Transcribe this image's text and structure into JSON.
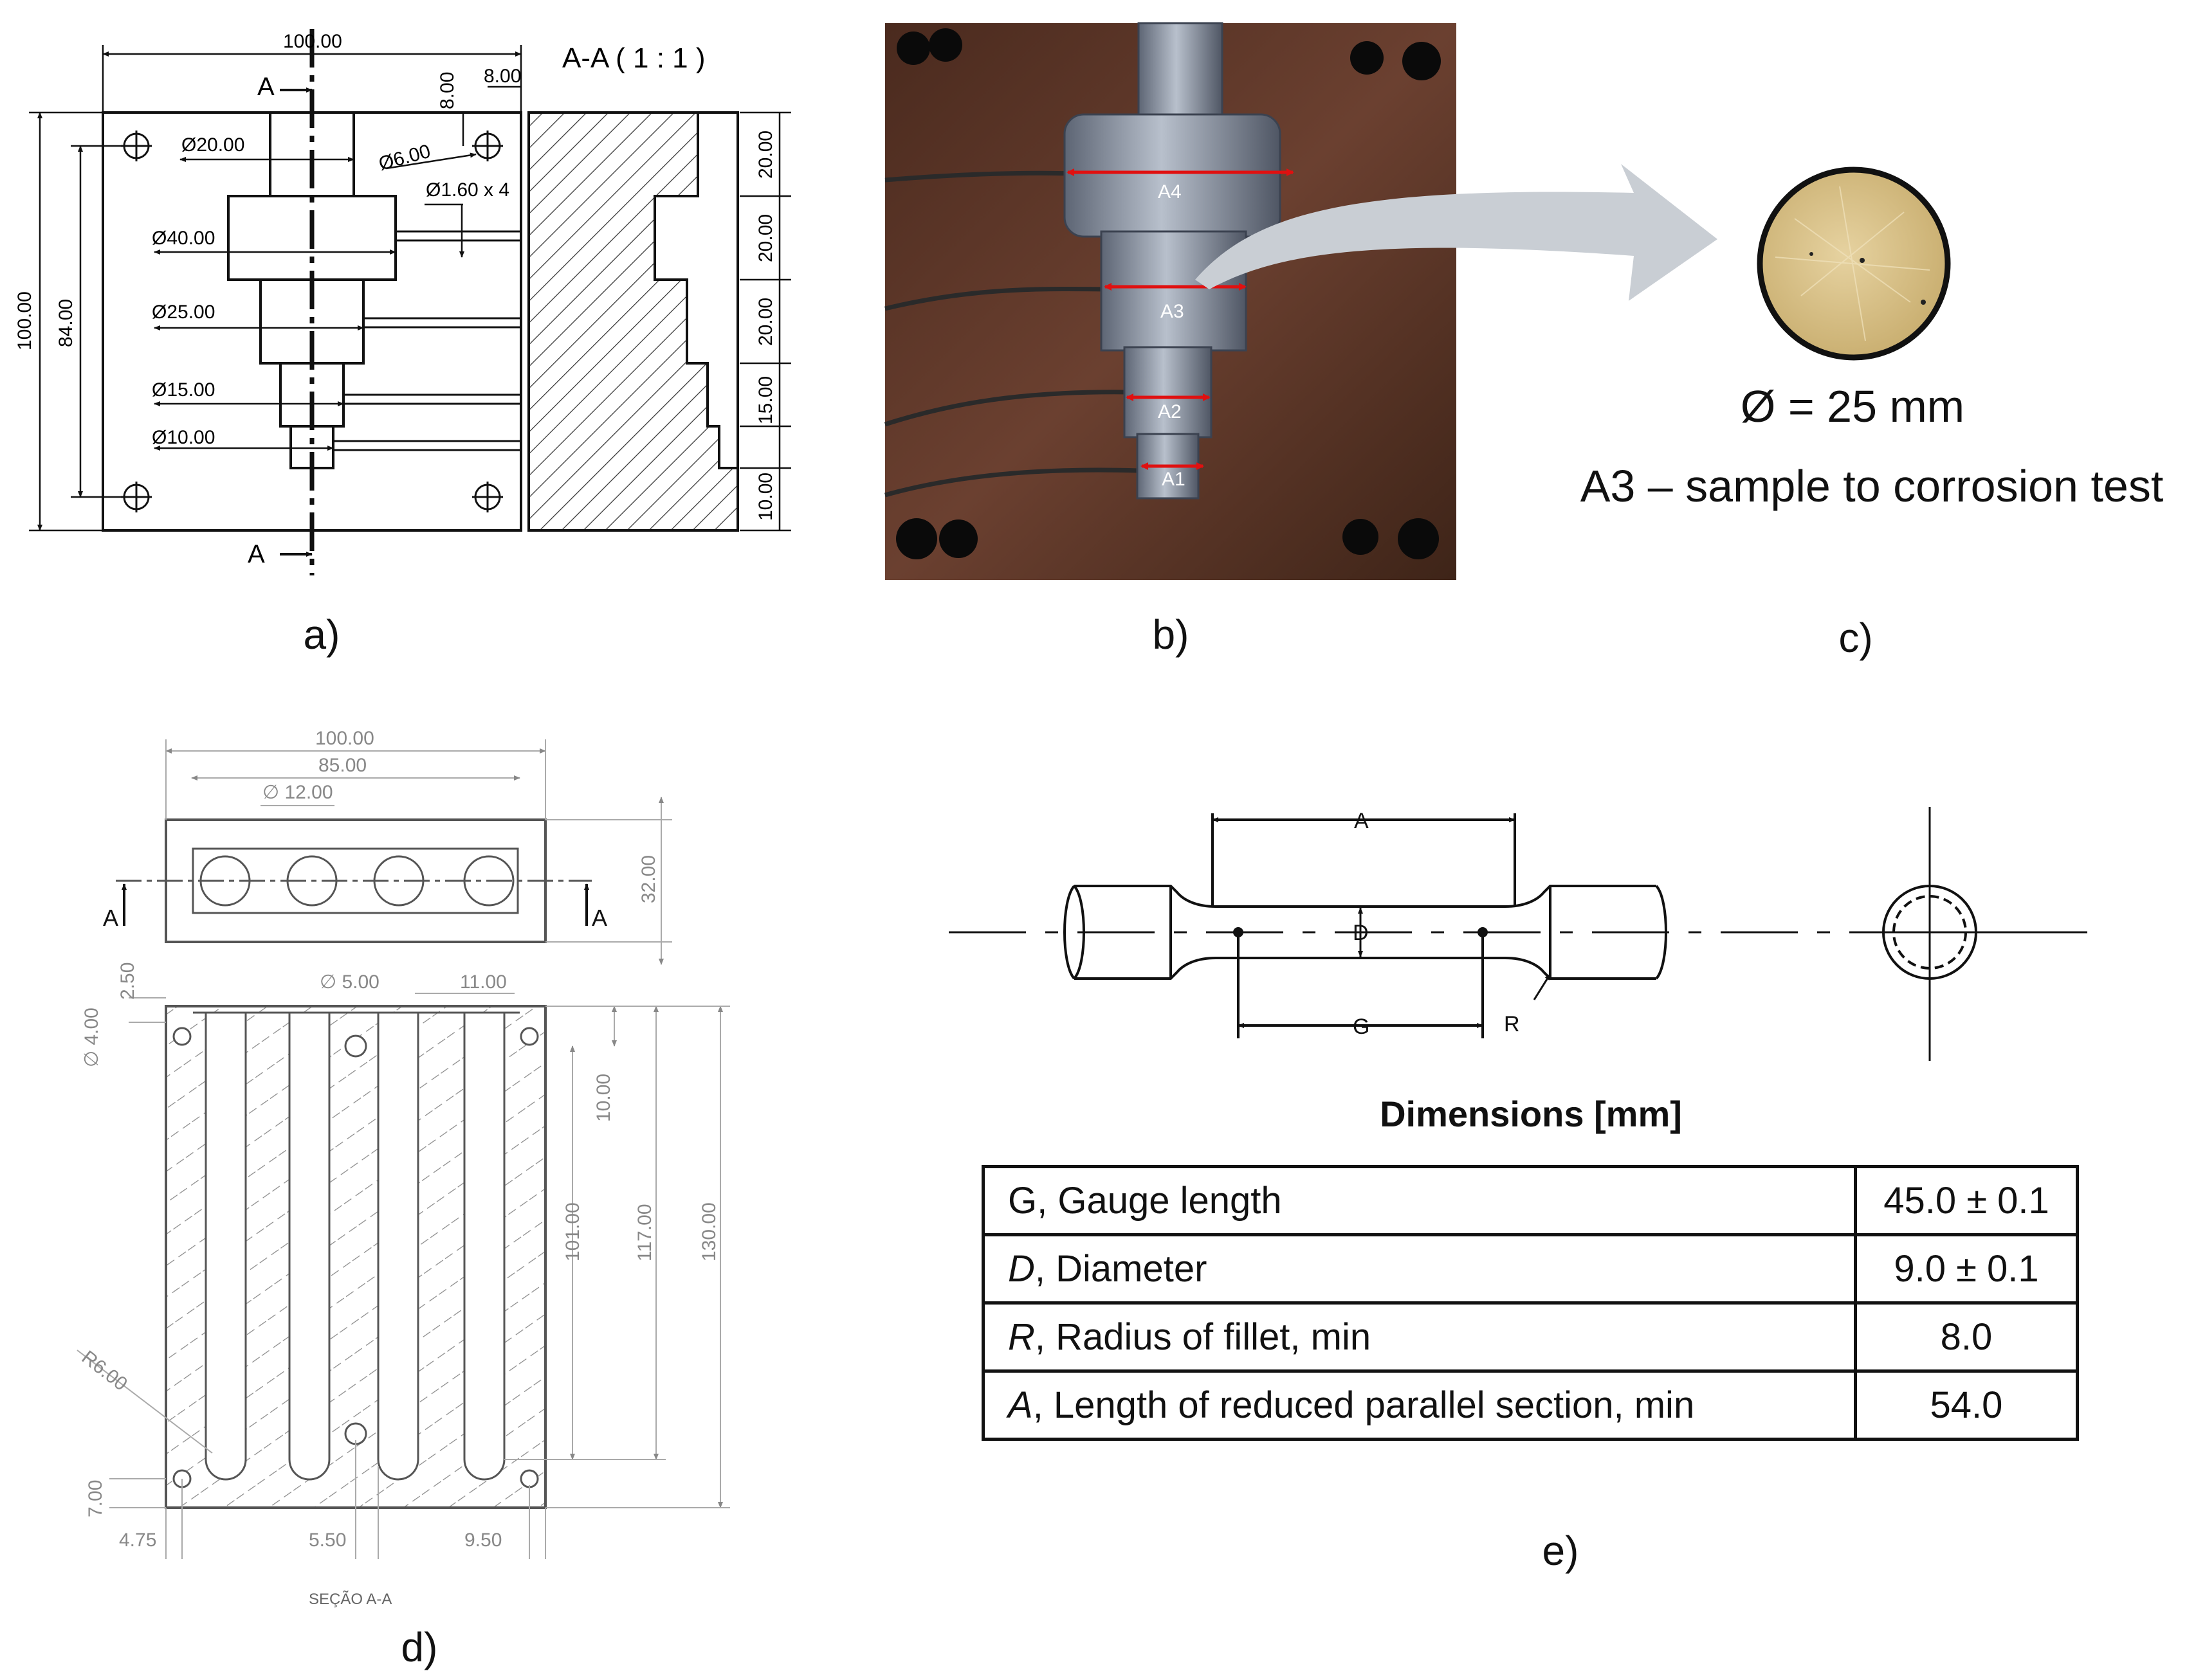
{
  "panels": {
    "a": {
      "caption": "a)",
      "section_title": "A-A ( 1 : 1 )",
      "section_mark": "A",
      "dims": {
        "width": "100.00",
        "height": "100.00",
        "hole_span": "84.00",
        "top_offset": "8.00",
        "side_offset": "8.00",
        "d20": "Ø20.00",
        "d40": "Ø40.00",
        "d25": "Ø25.00",
        "d15": "Ø15.00",
        "d10": "Ø10.00",
        "d6": "Ø6.00",
        "d16": "Ø1.60 x 4",
        "s1": "20.00",
        "s2": "20.00",
        "s3": "20.00",
        "s4": "15.00",
        "s5": "10.00"
      }
    },
    "b": {
      "caption": "b)",
      "labels": [
        "A4",
        "A3",
        "A2",
        "A1"
      ]
    },
    "c": {
      "caption": "c)",
      "diameter_text": "Ø = 25 mm",
      "sample_text": "A3 – sample to corrosion test"
    },
    "d": {
      "caption": "d)",
      "section_label": "SEÇÃO A-A",
      "section_mark": "A",
      "dims": {
        "w100": "100.00",
        "w85": "85.00",
        "d12": "∅ 12.00",
        "h32": "32.00",
        "d250": "2.50",
        "d5": "∅ 5.00",
        "d1100": "11.00",
        "d4": "∅ 4.00",
        "d10": "10.00",
        "d101": "101.00",
        "d117": "117.00",
        "d130": "130.00",
        "r6": "R6.00",
        "d7": "7.00",
        "d475": "4.75",
        "d550": "5.50",
        "d950": "9.50"
      }
    },
    "e": {
      "caption": "e)",
      "labels": {
        "A": "A",
        "D": "D",
        "G": "G",
        "R": "R"
      },
      "table_title": "Dimensions [mm]",
      "rows": [
        {
          "sym": "G",
          "sym_italic": false,
          "desc": ", Gauge length",
          "value": "45.0 ± 0.1"
        },
        {
          "sym": "D",
          "sym_italic": true,
          "desc": ", Diameter",
          "value": "9.0 ± 0.1"
        },
        {
          "sym": "R",
          "sym_italic": true,
          "desc": ", Radius of fillet, min",
          "value": "8.0"
        },
        {
          "sym": "A",
          "sym_italic": true,
          "desc": ", Length of reduced parallel section, min",
          "value": "54.0"
        }
      ]
    }
  },
  "colors": {
    "ink": "#111111",
    "gray_drawing": "#9a9a9a",
    "mold": "#5a3525",
    "casting": "#8a93a3",
    "red_marker": "#e01010",
    "arrow": "#c9ced4",
    "sample": "#d8c189"
  }
}
